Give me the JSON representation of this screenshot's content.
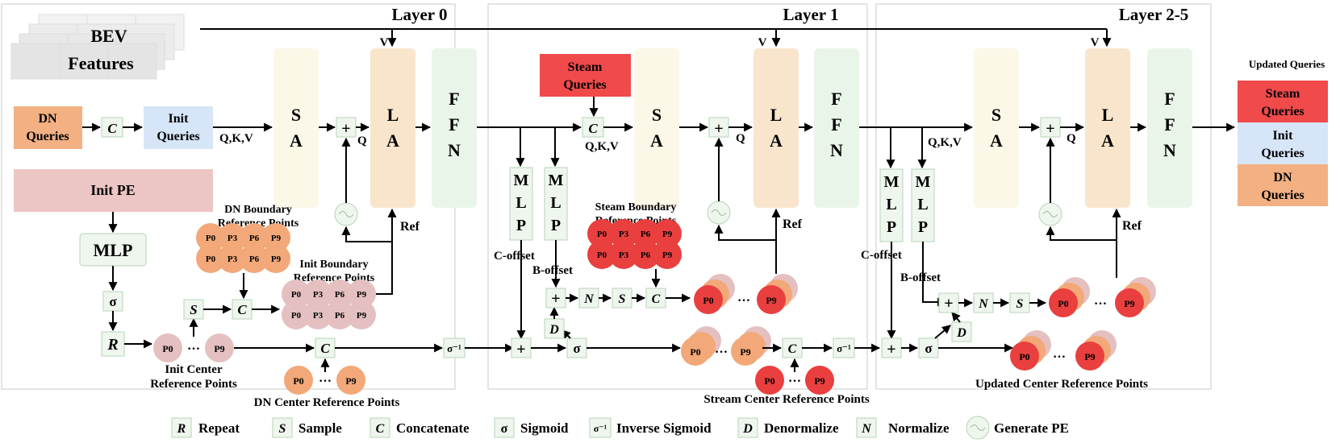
{
  "layers": [
    "Layer 0",
    "Layer 1",
    "Layer 2-5"
  ],
  "bev": [
    "BEV",
    "Features"
  ],
  "queries": {
    "dn": [
      "DN",
      "Queries"
    ],
    "init": [
      "Init",
      "Queries"
    ],
    "steam": [
      "Steam",
      "Queries"
    ]
  },
  "qkv": "Q,K,V",
  "q": "Q",
  "v": "V",
  "ref": "Ref",
  "sa": [
    "S",
    "A"
  ],
  "la": [
    "L",
    "A"
  ],
  "ffn": [
    "F",
    "F",
    "N"
  ],
  "mlp_v": [
    "M",
    "L",
    "P"
  ],
  "init_pe": "Init PE",
  "mlp": "MLP",
  "sym": {
    "R": "R",
    "S": "S",
    "C": "C",
    "D": "D",
    "N": "N",
    "sigma": "σ",
    "isigma": "σ⁻¹",
    "plus": "+"
  },
  "points": {
    "p0": "P0",
    "p3": "P3",
    "p6": "P6",
    "p9": "P9",
    "dots": "…"
  },
  "labels": {
    "dn_boundary": [
      "DN Boundary",
      "Reference Points"
    ],
    "init_boundary": [
      "Init Boundary",
      "Reference Points"
    ],
    "init_center": [
      "Init Center",
      "Reference Points"
    ],
    "dn_center": "DN Center Reference Points",
    "steam_boundary": [
      "Steam Boundary",
      "Reference Points"
    ],
    "stream_center": "Stream Center Reference Points",
    "updated_center": "Updated Center Reference Points",
    "c_offset": "C-offset",
    "b_offset": "B-offset"
  },
  "updated": {
    "title": "Updated Queries",
    "steam": [
      "Steam",
      "Queries"
    ],
    "init": [
      "Init",
      "Queries"
    ],
    "dn": [
      "DN",
      "Queries"
    ]
  },
  "legend": [
    {
      "sym": "R",
      "label": "Repeat"
    },
    {
      "sym": "S",
      "label": "Sample"
    },
    {
      "sym": "C",
      "label": "Concatenate"
    },
    {
      "sym": "σ",
      "label": "Sigmoid"
    },
    {
      "sym": "σ⁻¹",
      "label": "Inverse Sigmoid"
    },
    {
      "sym": "D",
      "label": "Denormalize"
    },
    {
      "sym": "N",
      "label": "Normalize"
    },
    {
      "sym": "",
      "label": "Generate PE"
    }
  ],
  "colors": {
    "dn": "#f2b083",
    "init": "#d6e5f7",
    "steam": "#f04a4a",
    "sa": "#fbf8e8",
    "la": "#f9e5cc",
    "ffn": "#eaf5ea",
    "pe": "#ecc6c4",
    "pink_pt": "#e4c0c0",
    "orange_pt": "#f2a878",
    "red_pt": "#e93f3f"
  }
}
